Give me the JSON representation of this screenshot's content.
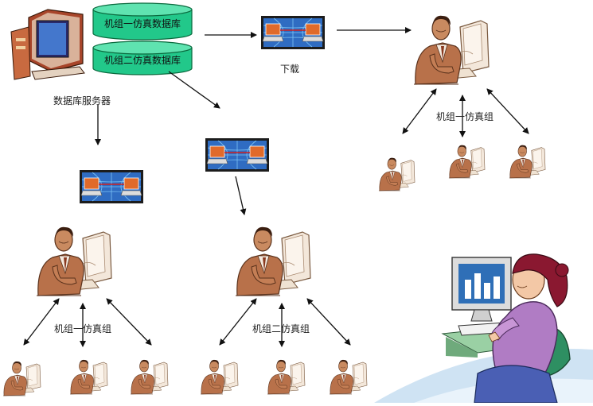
{
  "databases": {
    "db1": "机组一仿真数据库",
    "db2": "机组二仿真数据库"
  },
  "server_label": "数据库服务器",
  "download_label": "下载",
  "groups": {
    "top_right": "机组一仿真组",
    "bottom_left": "机组一仿真组",
    "bottom_mid": "机组二仿真组"
  },
  "colors": {
    "arrow": "#111111",
    "db_fill": "#22c88a",
    "db_stroke": "#0a6a3e",
    "skin": "#b8714a",
    "shirt": "#f4eadf",
    "monitor": "#f2e8dc",
    "woman_shirt": "#b07cc4",
    "woman_hair": "#8a1830",
    "screen_blue": "#2f6fb7",
    "desk_green": "#9ad0a4"
  }
}
